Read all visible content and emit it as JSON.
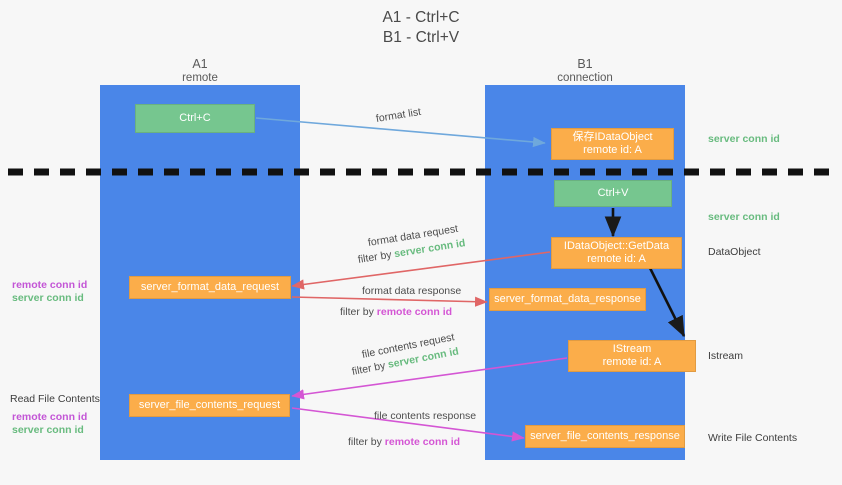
{
  "title": "A1 - Ctrl+C\nB1 - Ctrl+V",
  "columns": [
    {
      "name": "A1",
      "sub": "remote"
    },
    {
      "name": "B1",
      "sub": "connection"
    }
  ],
  "nodes": {
    "ctrl_c": {
      "line1": "Ctrl+C",
      "line2": ""
    },
    "save_idataobject": {
      "line1": "保存IDataObject",
      "line2": "remote id: A"
    },
    "ctrl_v": {
      "line1": "Ctrl+V",
      "line2": ""
    },
    "getdata": {
      "line1": "IDataObject::GetData",
      "line2": "remote id: A"
    },
    "server_format_data_request": {
      "line1": "server_format_data_request",
      "line2": ""
    },
    "server_format_data_response": {
      "line1": "server_format_data_response",
      "line2": ""
    },
    "istream": {
      "line1": "IStream",
      "line2": "remote id: A"
    },
    "server_file_contents_request": {
      "line1": "server_file_contents_request",
      "line2": ""
    },
    "server_file_contents_response": {
      "line1": "server_file_contents_response",
      "line2": ""
    }
  },
  "edge_labels": {
    "format_list": "format list",
    "format_data_request": "format data request",
    "format_data_request_filter_pre": "filter by ",
    "format_data_request_filter_key": "server conn id",
    "format_data_response": "format data response",
    "format_data_response_filter_pre": "filter by ",
    "format_data_response_filter_key": "remote conn id",
    "file_contents_request": "file contents request",
    "file_contents_request_filter_pre": "filter by ",
    "file_contents_request_filter_key": "server conn id",
    "file_contents_response": "file contents response",
    "file_contents_response_filter_pre": "filter by ",
    "file_contents_response_filter_key": "remote conn id"
  },
  "annotations": {
    "right_server_conn_id_top": "server conn id",
    "right_server_conn_id_mid": "server conn id",
    "right_dataobject": "DataObject",
    "right_istream": "Istream",
    "right_write_file_contents": "Write File Contents",
    "left_read_file_contents": "Read File Contents",
    "left_remote_conn_id_1": "remote conn id",
    "left_server_conn_id_1": "server conn id",
    "left_remote_conn_id_2": "remote conn id",
    "left_server_conn_id_2": "server conn id"
  },
  "colors": {
    "lane": "#4a86e8",
    "green_node": "#76c68f",
    "orange_node": "#fbad4a",
    "green_text": "#68bb7f",
    "pink_text": "#c355d6",
    "divider": "#000000",
    "arrow_blue": "#6fa8dc",
    "arrow_red": "#e06666",
    "arrow_pink": "#d456d4",
    "arrow_dark": "#1a1a1a",
    "background": "#f7f7f7"
  }
}
